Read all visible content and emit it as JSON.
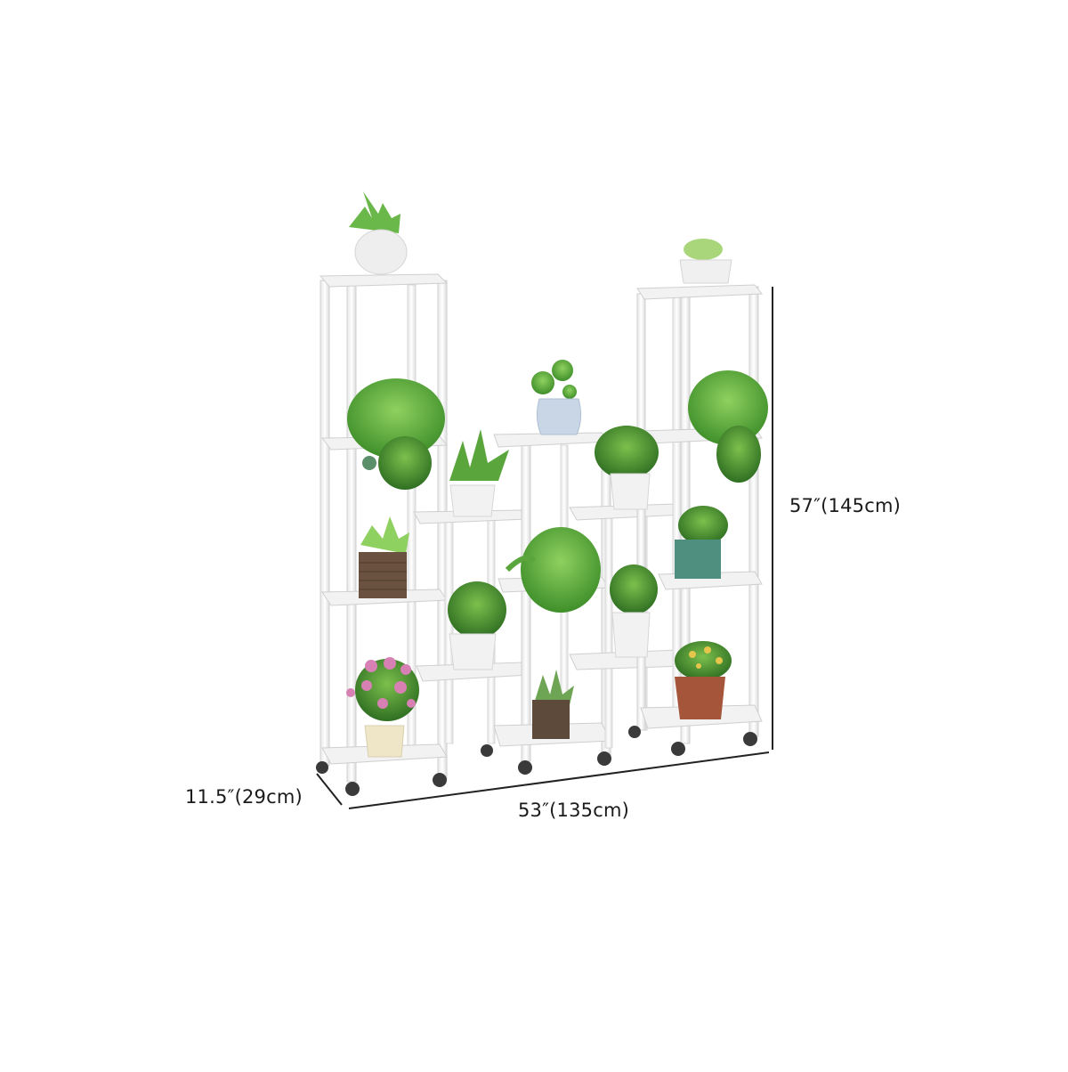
{
  "product": {
    "description": "White multi-tier rolling plant stand with potted plants",
    "frame_color": "#ffffff",
    "shelf_color": "#f4f4f4",
    "caster_color": "#3a3a3a",
    "columns": 4
  },
  "dimensions": {
    "height": "57″(145cm)",
    "width": "53″(135cm)",
    "depth": "11.5″(29cm)"
  },
  "plants": [
    {
      "name": "succulent-top-left",
      "pot": "white round"
    },
    {
      "name": "succulent-top-right",
      "pot": "white bowl"
    },
    {
      "name": "bonsai-center-top",
      "pot": "blue-white vase"
    },
    {
      "name": "pothos-left",
      "pot": "white"
    },
    {
      "name": "pothos-right",
      "pot": "white"
    },
    {
      "name": "spider-plant",
      "pot": "white"
    },
    {
      "name": "fittonia-top",
      "pot": "white"
    },
    {
      "name": "aloe",
      "pot": "brown ribbed"
    },
    {
      "name": "pothos-center",
      "pot": "hidden"
    },
    {
      "name": "herb-teal",
      "pot": "teal"
    },
    {
      "name": "boxwood",
      "pot": "white"
    },
    {
      "name": "herb-white",
      "pot": "white"
    },
    {
      "name": "hydrangea",
      "pot": "cream"
    },
    {
      "name": "spiky-brown",
      "pot": "brown ribbed"
    },
    {
      "name": "yellow-flower",
      "pot": "terracotta"
    }
  ]
}
